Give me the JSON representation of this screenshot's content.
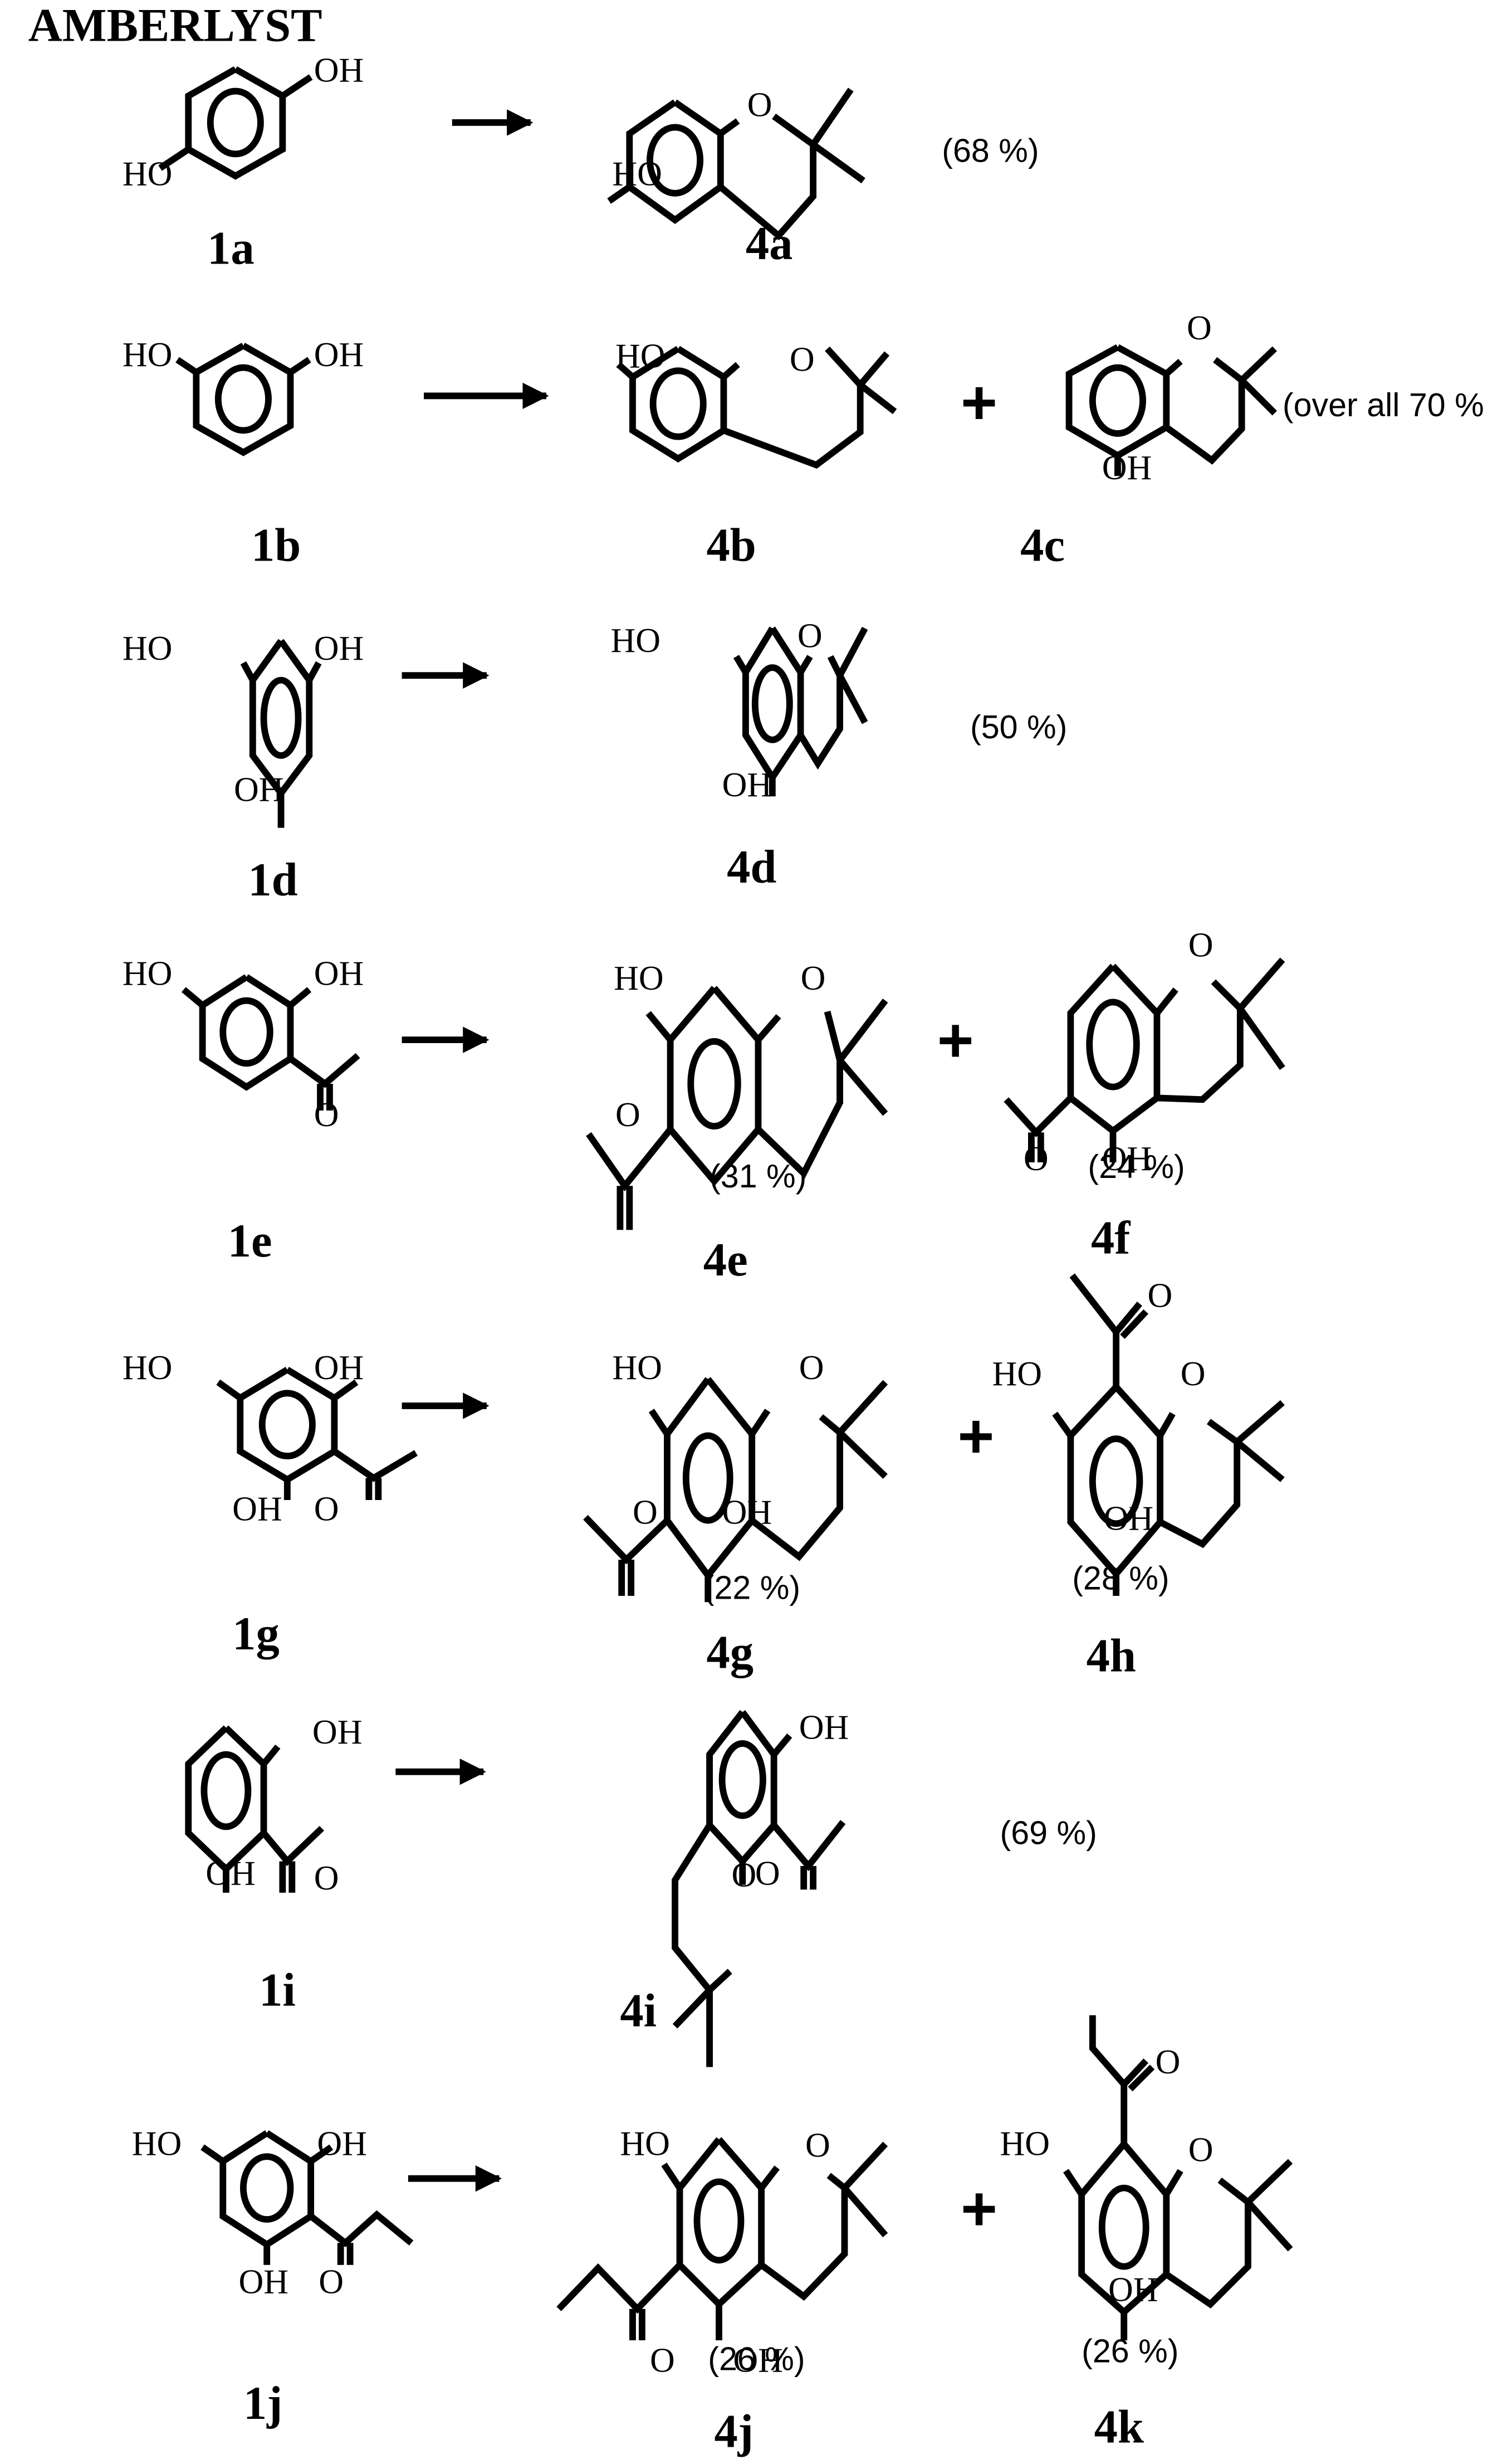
{
  "header": {
    "title": "AMBERLYST"
  },
  "symbols": {
    "plus": "+",
    "arrow": "reaction-arrow"
  },
  "atoms": {
    "OH": "OH",
    "HO": "HO",
    "O": "O"
  },
  "reactions": [
    {
      "reactant": "1a",
      "products": [
        {
          "id": "4a",
          "yield": "(68 %)"
        }
      ]
    },
    {
      "reactant": "1b",
      "products": [
        {
          "id": "4b",
          "yield": ""
        },
        {
          "id": "4c",
          "yield": "(over all 70 %"
        }
      ]
    },
    {
      "reactant": "1d",
      "products": [
        {
          "id": "4d",
          "yield": "(50 %)"
        }
      ]
    },
    {
      "reactant": "1e",
      "products": [
        {
          "id": "4e",
          "yield": "(31 %)"
        },
        {
          "id": "4f",
          "yield": "(24 %)"
        }
      ]
    },
    {
      "reactant": "1g",
      "products": [
        {
          "id": "4g",
          "yield": "(22 %)"
        },
        {
          "id": "4h",
          "yield": "(28 %)"
        }
      ]
    },
    {
      "reactant": "1i",
      "products": [
        {
          "id": "4i",
          "yield": "(69 %)"
        }
      ]
    },
    {
      "reactant": "1j",
      "products": [
        {
          "id": "4j",
          "yield": "(26 %)"
        },
        {
          "id": "4k",
          "yield": "(26 %)"
        }
      ]
    }
  ]
}
